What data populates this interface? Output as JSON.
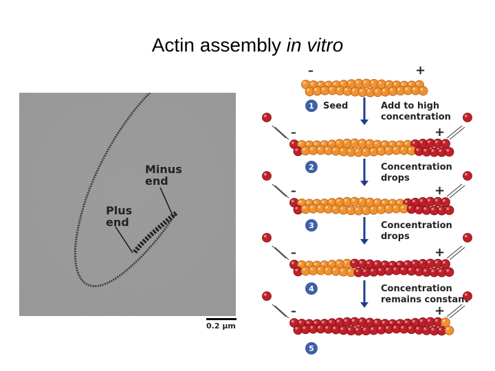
{
  "slide": {
    "title_main": "Actin assembly ",
    "title_italic": "in vitro"
  },
  "micrograph": {
    "label_minus": "Minus end",
    "label_minus_l1": "Minus",
    "label_minus_l2": "end",
    "label_plus_l1": "Plus",
    "label_plus_l2": "end",
    "scale": "0.2 µm"
  },
  "diagram": {
    "minus_sign": "–",
    "plus_sign": "+",
    "steps": [
      {
        "num": "1",
        "left": "Seed",
        "right_l1": "Add to high",
        "right_l2": "concentration"
      },
      {
        "num": "2",
        "left": "",
        "right_l1": "Concentration",
        "right_l2": "drops"
      },
      {
        "num": "3",
        "left": "",
        "right_l1": "Concentration",
        "right_l2": "drops"
      },
      {
        "num": "4",
        "left": "",
        "right_l1": "Concentration",
        "right_l2": "remains constant"
      },
      {
        "num": "5",
        "left": "",
        "right_l1": "",
        "right_l2": ""
      }
    ],
    "colors": {
      "orange_subunit": "#f0922e",
      "red_subunit": "#c0202a",
      "step_badge": "#3f5fa8",
      "arrow": "#1f3c8c"
    }
  }
}
